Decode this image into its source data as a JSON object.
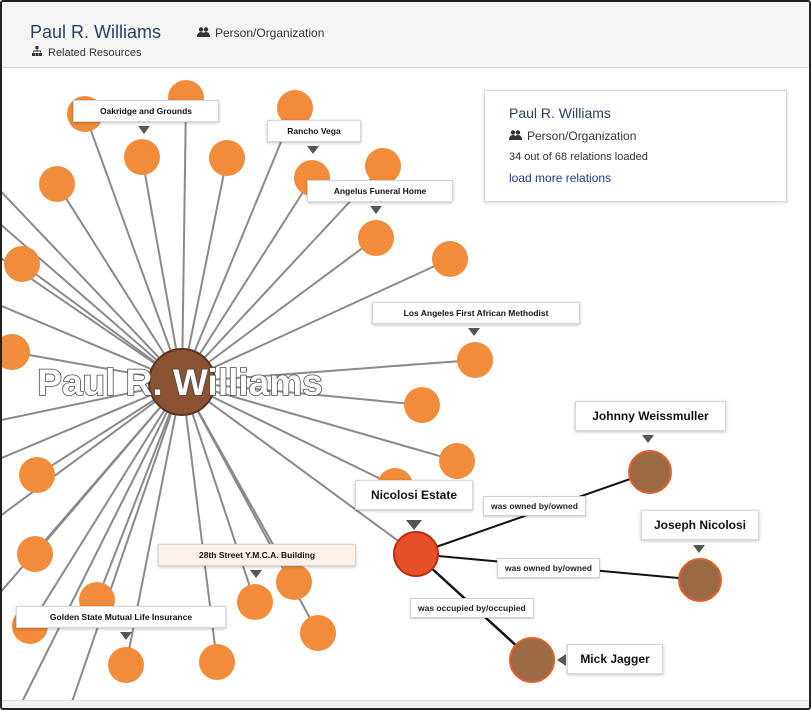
{
  "header": {
    "title": "Paul R. Williams",
    "type_label": "Person/Organization",
    "related_label": "Related Resources"
  },
  "info_card": {
    "name": "Paul R. Williams",
    "type_label": "Person/Organization",
    "relations_text": "34 out of 68 relations loaded",
    "load_more_label": "load more relations"
  },
  "graph": {
    "center_label": "Paul R. Williams",
    "selected_node": "Nicolosi Estate",
    "node_labels": {
      "oakridge": "Oakridge and Grounds",
      "rancho": "Rancho Vega",
      "angelus": "Angelus Funeral Home",
      "la_first": "Los Angeles First African Methodist",
      "ymca": "28th Street Y.M.C.A. Building",
      "golden": "Golden State Mutual Life Insurance",
      "nicolosi": "Nicolosi Estate",
      "johnny": "Johnny Weissmuller",
      "joseph": "Joseph Nicolosi",
      "mick": "Mick Jagger"
    },
    "edge_labels": {
      "johnny_edge": "was owned by/owned",
      "joseph_edge": "was owned by/owned",
      "mick_edge": "was occupied by/occupied"
    }
  },
  "colors": {
    "leaf_node": "#f28b3a",
    "center_node": "#8a5232",
    "selected_node": "#e8502a",
    "person_node": "#9a6a45",
    "edge_gray": "#8a8a8a",
    "title_blue": "#2c3d63"
  },
  "icons": {
    "type_icon": "people-icon",
    "related_icon": "sitemap-icon"
  }
}
